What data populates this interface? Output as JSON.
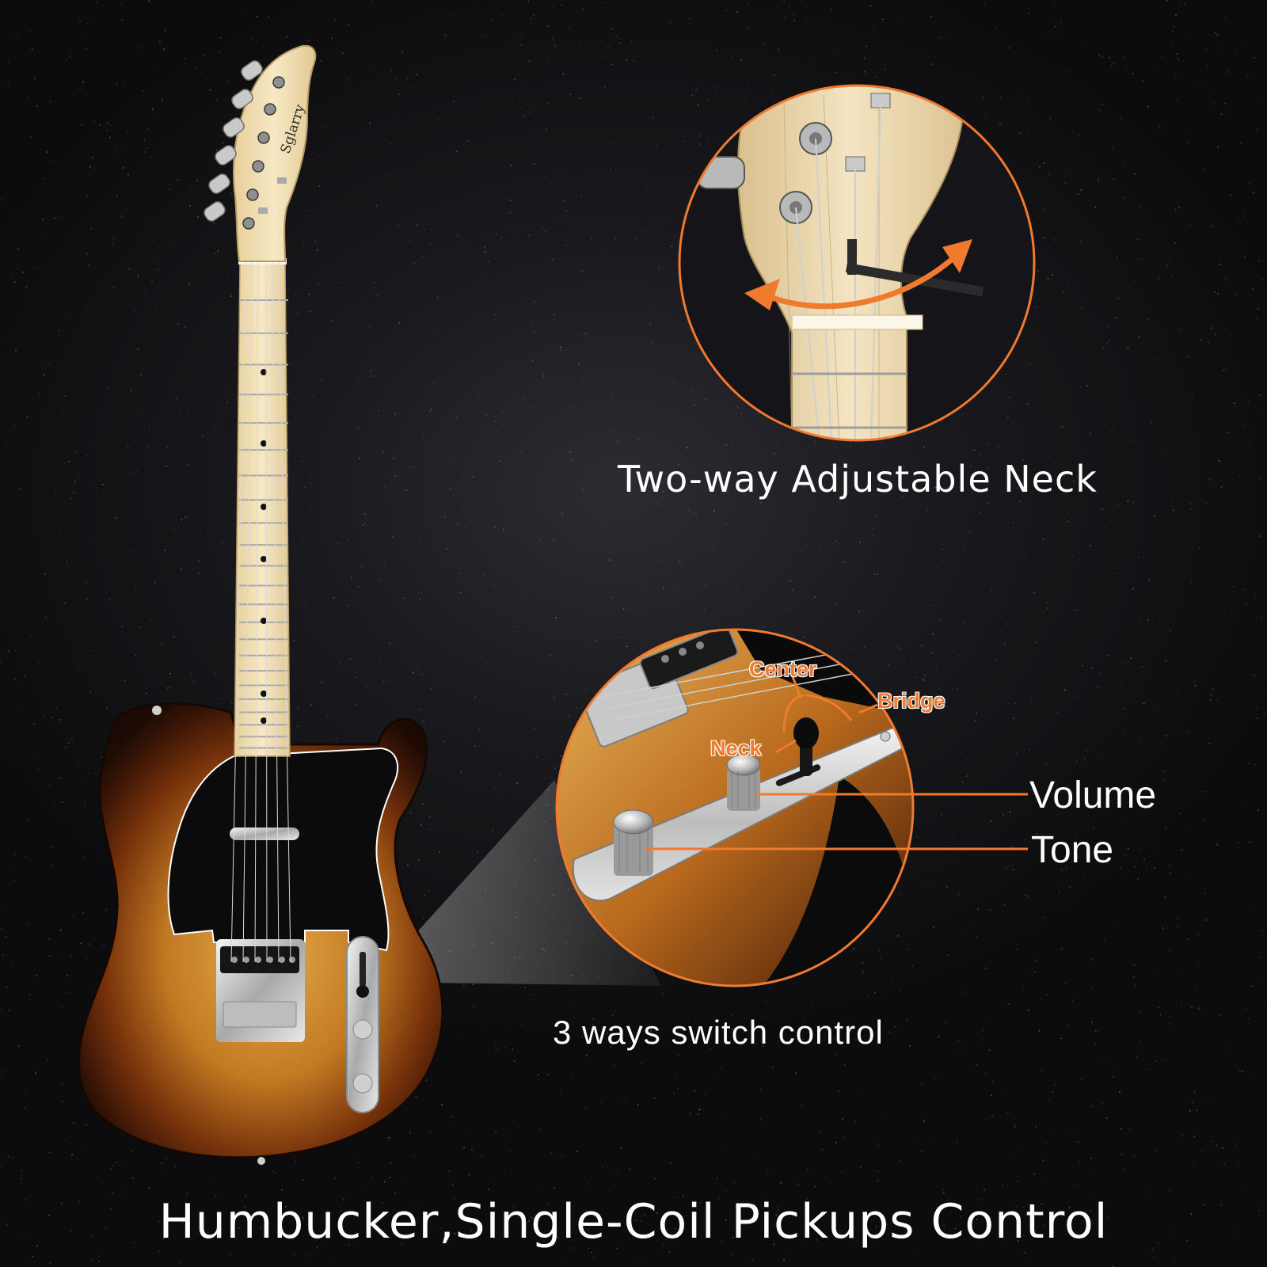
{
  "captions": {
    "neck_feature": "Two-way Adjustable Neck",
    "switch_feature": "3 ways switch control",
    "bottom_headline": "Humbucker,Single-Coil Pickups Control"
  },
  "controls": {
    "volume": "Volume",
    "tone": "Tone"
  },
  "switch_positions": {
    "center": "Center",
    "bridge": "Bridge",
    "neck": "Neck"
  },
  "brand": {
    "headstock_logo": "Sglarry"
  },
  "colors": {
    "accent": "#f07a2e",
    "background": "#151518",
    "text": "#ffffff",
    "sunburst_dark": "#2a1206",
    "sunburst_mid": "#9a4a10",
    "sunburst_light": "#e3a545",
    "maple": "#f0ddb0",
    "pickguard": "#0c0c0c",
    "chrome": "#d6d6d6"
  }
}
